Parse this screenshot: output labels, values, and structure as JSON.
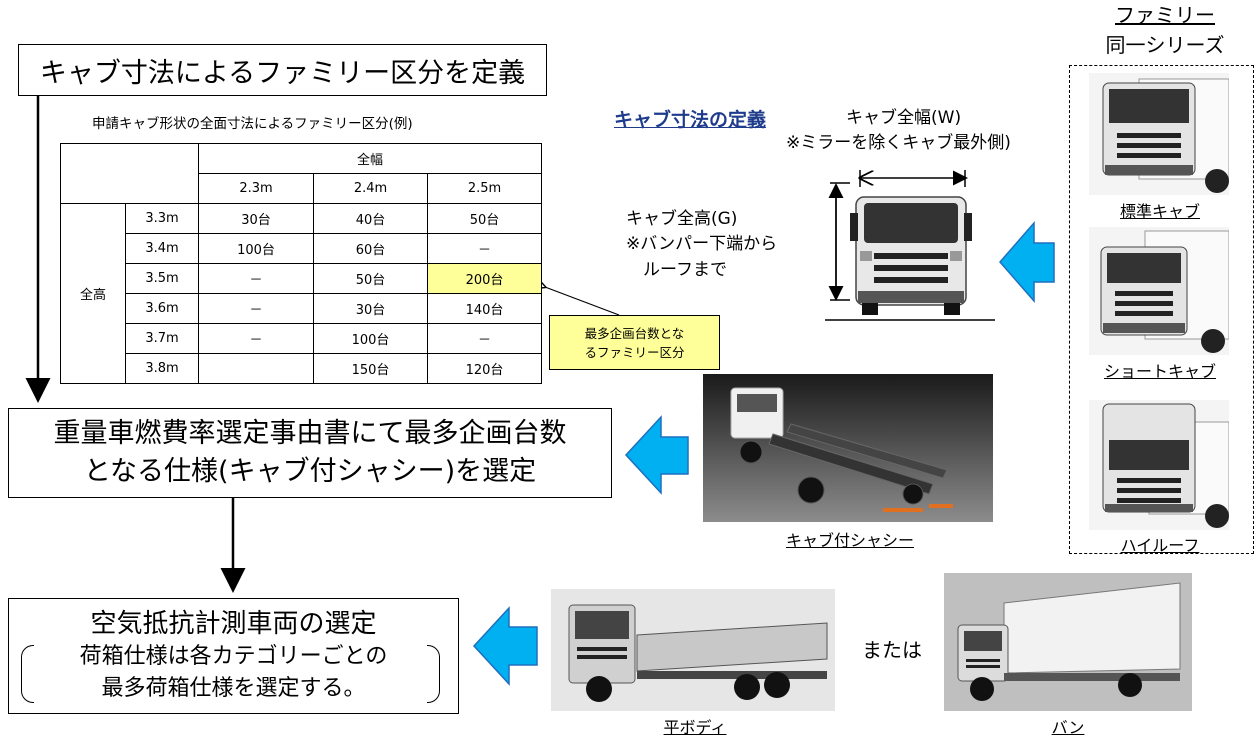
{
  "title_box": "キャブ寸法によるファミリー区分を定義",
  "table_caption": "申請キャブ形状の全面寸法によるファミリー区分(例)",
  "table": {
    "width_header": "全幅",
    "height_header": "全高",
    "width_values": [
      "2.3m",
      "2.4m",
      "2.5m"
    ],
    "rows": [
      {
        "height": "3.3m",
        "cells": [
          "30台",
          "40台",
          "50台"
        ]
      },
      {
        "height": "3.4m",
        "cells": [
          "100台",
          "60台",
          "－"
        ]
      },
      {
        "height": "3.5m",
        "cells": [
          "－",
          "50台",
          "200台"
        ]
      },
      {
        "height": "3.6m",
        "cells": [
          "－",
          "30台",
          "140台"
        ]
      },
      {
        "height": "3.7m",
        "cells": [
          "－",
          "100台",
          "－"
        ]
      },
      {
        "height": "3.8m",
        "cells": [
          "",
          "150台",
          "120台"
        ]
      }
    ]
  },
  "callout": [
    "最多企画台数とな",
    "るファミリー区分"
  ],
  "select_box": [
    "重量車燃費率選定事由書にて最多企画台数",
    "となる仕様(キャブ付シャシー)を選定"
  ],
  "measure_box": {
    "line1": "空気抵抗計測車両の選定",
    "line2": "荷箱仕様は各カテゴリーごとの",
    "line3": "最多荷箱仕様を選定する。"
  },
  "cab_definition": {
    "heading": "キャブ寸法の定義",
    "width_label": "キャブ全幅(W)",
    "width_note": "※ミラーを除くキャブ最外側)",
    "height_label": "キャブ全高(G)",
    "height_note1": "※バンパー下端から",
    "height_note2": "ルーフまで"
  },
  "family": {
    "title": "ファミリー",
    "subtitle": "同一シリーズ",
    "items": [
      "標準キャブ",
      "ショートキャブ",
      "ハイルーフ"
    ]
  },
  "chassis_caption": "キャブ付シャシー",
  "or_text": "または",
  "flatbed_caption": "平ボディ",
  "van_caption": "バン",
  "colors": {
    "arrow_fill": "#00b0f0",
    "arrow_stroke": "#1f6fbf",
    "highlight": "#ffff99",
    "heading": "#1f3c8c"
  }
}
